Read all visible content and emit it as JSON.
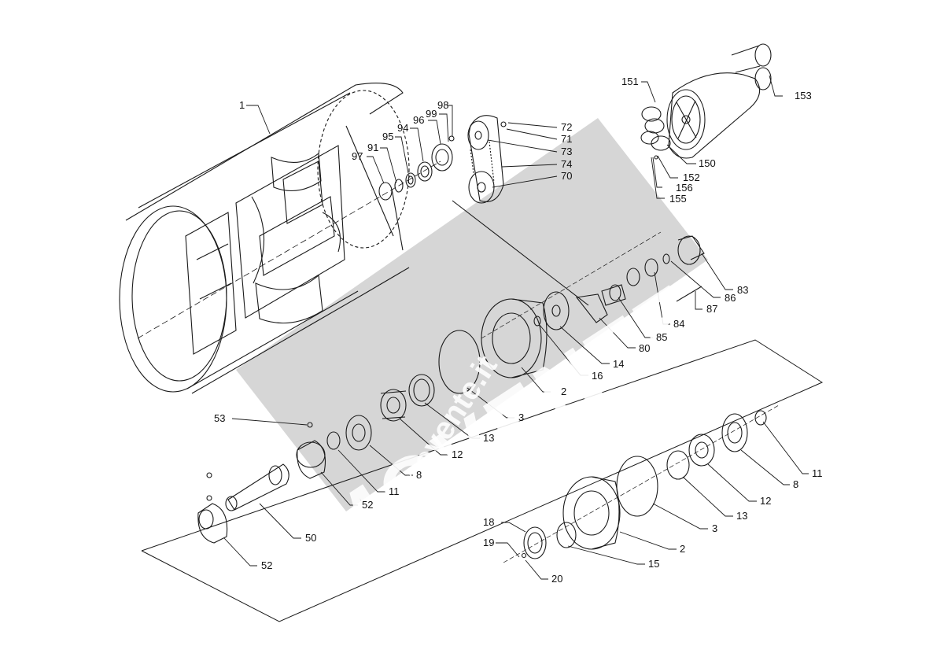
{
  "watermark": {
    "main_text": "MOVENTE",
    "sub_text": "movente.it",
    "band_color": "#cfcfcf"
  },
  "line_color": "#1a1a1a",
  "callouts": {
    "c1": "1",
    "c151": "151",
    "c153": "153",
    "c150": "150",
    "c152": "152",
    "c156": "156",
    "c155": "155",
    "c98": "98",
    "c99": "99",
    "c96": "96",
    "c94": "94",
    "c95": "95",
    "c91": "91",
    "c97": "97",
    "c72": "72",
    "c71": "71",
    "c73": "73",
    "c74": "74",
    "c70": "70",
    "c83": "83",
    "c86": "86",
    "c87": "87",
    "c84": "84",
    "c85": "85",
    "c80": "80",
    "c14": "14",
    "c16": "16",
    "c2a": "2",
    "c3a": "3",
    "c13a": "13",
    "c12a": "12",
    "c8a": "8",
    "c11a": "11",
    "c53": "53",
    "c52a": "52",
    "c50": "50",
    "c52b": "52",
    "c11b": "11",
    "c8b": "8",
    "c12b": "12",
    "c13b": "13",
    "c3b": "3",
    "c2b": "2",
    "c18": "18",
    "c19": "19",
    "c15": "15",
    "c20": "20"
  }
}
